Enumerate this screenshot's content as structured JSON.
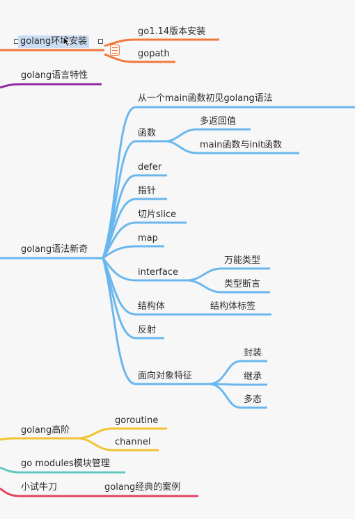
{
  "colors": {
    "orange": "#f0783c",
    "purple": "#8e2aa8",
    "blue": "#6ab7ee",
    "yellow": "#f1c232",
    "teal": "#5fc9c0",
    "red": "#e0445e"
  },
  "nodes": {
    "install": "golang环境安装",
    "go114": "go1.14版本安装",
    "gopath": "gopath",
    "features": "golang语言特性",
    "syntax": "golang语法新奇",
    "main_first": "从一个main函数初见golang语法",
    "func": "函数",
    "multi_ret": "多返回值",
    "main_init": "main函数与init函数",
    "defer": "defer",
    "pointer": "指针",
    "slice": "切片slice",
    "map": "map",
    "interface": "interface",
    "universal": "万能类型",
    "assert": "类型断言",
    "struct": "结构体",
    "struct_tag": "结构体标签",
    "reflect": "反射",
    "oop": "面向对象特征",
    "encap": "封装",
    "inherit": "继承",
    "poly": "多态",
    "advanced": "golang高阶",
    "goroutine": "goroutine",
    "channel": "channel",
    "gomod": "go modules模块管理",
    "trial": "小试牛刀",
    "cases": "golang经典的案例"
  }
}
